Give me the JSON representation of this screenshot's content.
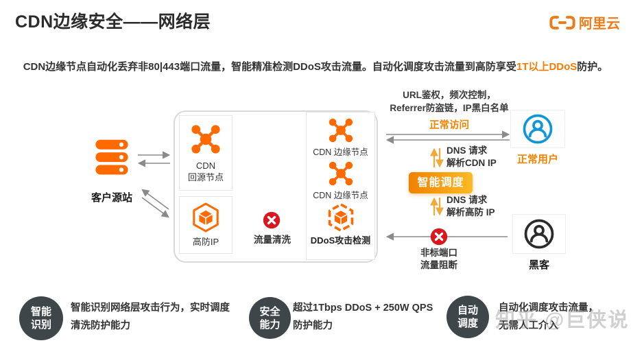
{
  "colors": {
    "accent_orange": "#FF6A00",
    "logo_orange": "#ED7B18",
    "highlight_orange": "#F57B00",
    "scheduler_gradient_start": "#F18101",
    "scheduler_gradient_end": "#FCBA25",
    "alert_red": "#D8171E",
    "user_blue": "#1296DB",
    "hacker_dark": "#2B2B2B",
    "badge_dark": "#3E464A",
    "arrow_gray": "#8A8A8A"
  },
  "header": {
    "title": "CDN边缘安全——网络层",
    "logo_text": "阿里云"
  },
  "subtitle": {
    "part1": "CDN边缘节点自动化丢弃非80|443端口流量，智能精准检测DDoS攻击流量。自动化调度攻击流量到高防享受",
    "highlight": "1T以上DDoS",
    "part2": "防护。"
  },
  "diagram": {
    "origin_label": "客户源站",
    "cdn_origin_line1": "CDN",
    "cdn_origin_line2": "回源节点",
    "gaofang_label": "高防IP",
    "edge_node1_label": "CDN 边缘节点",
    "edge_node2_label": "CDN 边缘节点",
    "ddos_detect_label": "DDoS攻击检测",
    "traffic_clean_label": "流量清洗",
    "acl_line1": "URL鉴权，频次控制，",
    "acl_line2": "Referrer防盗链，IP黑白名单",
    "normal_access_label": "正常访问",
    "dns_cdn_line1": "DNS 请求",
    "dns_cdn_line2": "解析CDN IP",
    "scheduler_label": "智能调度",
    "dns_gf_line1": "DNS 请求",
    "dns_gf_line2": "解析高防 IP",
    "port_block_line1": "非标端口",
    "port_block_line2": "流量阻断",
    "normal_user_label": "正常用户",
    "hacker_label": "黑客"
  },
  "features": [
    {
      "badge_line1": "智能",
      "badge_line2": "识别",
      "line1": "智能识别网络层攻击行为，实时调度",
      "line2": "清洗防护能力"
    },
    {
      "badge_line1": "安全",
      "badge_line2": "能力",
      "line1": "超过1Tbps DDoS + 250W QPS",
      "line2": "防护能力"
    },
    {
      "badge_line1": "自动",
      "badge_line2": "调度",
      "line1": "自动化调度攻击流量，",
      "line2": "无需人工介入"
    }
  ],
  "watermark": "知乎 @巨侠说"
}
